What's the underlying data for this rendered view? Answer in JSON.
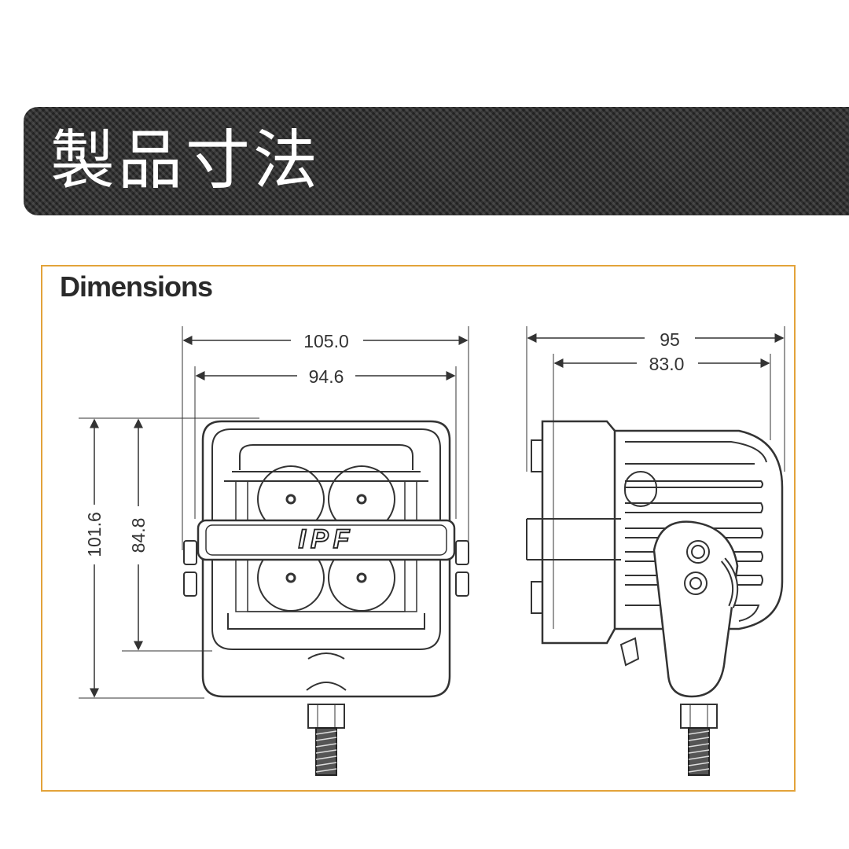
{
  "banner": {
    "title": "製品寸法"
  },
  "panel": {
    "title": "Dimensions"
  },
  "dimensions": {
    "front_width_outer": "105.0",
    "front_width_inner": "94.6",
    "front_height_outer": "101.6",
    "front_height_inner": "84.8",
    "side_depth_outer": "95",
    "side_depth_inner": "83.0"
  },
  "logo": {
    "text": "IPF"
  },
  "colors": {
    "frame_border": "#e3a33a",
    "banner_bg": "#2e2e2e",
    "line": "#333333"
  }
}
